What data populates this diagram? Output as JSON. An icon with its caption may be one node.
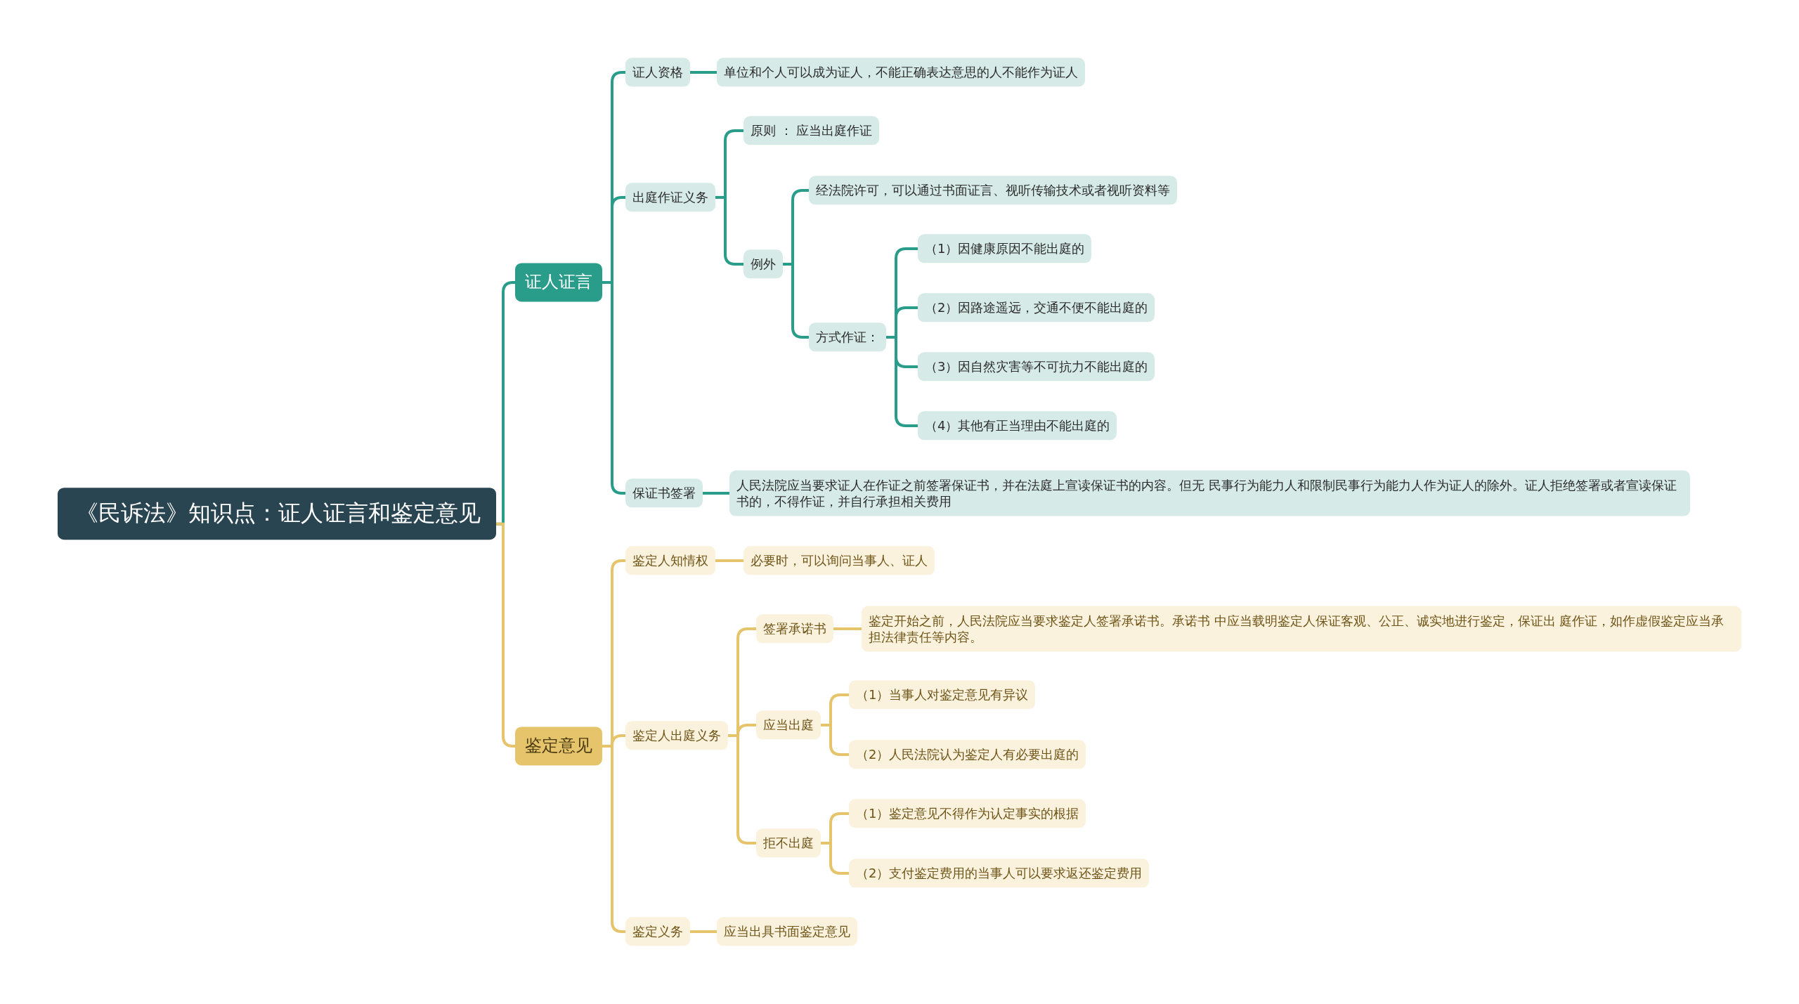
{
  "diagram": {
    "nodes": [
      {
        "text": [
          "《民诉法》知识点：证人证言和鉴定意见"
        ]
      },
      {
        "text": [
          "证人证言"
        ]
      },
      {
        "text": [
          "证人资格"
        ]
      },
      {
        "text": [
          "单位和个人可以成为证人，不能正确表达意思的人不能作为证人"
        ]
      },
      {
        "text": [
          "出庭作证义务"
        ]
      },
      {
        "text": [
          "原则 ： 应当出庭作证"
        ]
      },
      {
        "text": [
          "例外"
        ]
      },
      {
        "text": [
          "经法院许可，可以通过书面证言、视听传输技术或者视听资料等"
        ]
      },
      {
        "text": [
          "方式作证："
        ]
      },
      {
        "text": [
          "（1）因健康原因不能出庭的"
        ]
      },
      {
        "text": [
          "（2）因路途遥远，交通不便不能出庭的"
        ]
      },
      {
        "text": [
          "（3）因自然灾害等不可抗力不能出庭的"
        ]
      },
      {
        "text": [
          "（4）其他有正当理由不能出庭的"
        ]
      },
      {
        "text": [
          "保证书签署"
        ]
      },
      {
        "text": [
          "人民法院应当要求证人在作证之前签署保证书，并在法庭上宣读保证书的内容。但无 民事行为能力人和限制民事行为能力人作为证人的除外。证人拒绝签署或者宣读保证书的，不得作证，并自行承担相关费用"
        ]
      },
      {
        "text": [
          "鉴定意见"
        ]
      },
      {
        "text": [
          "鉴定人知情权"
        ]
      },
      {
        "text": [
          "必要时，可以询问当事人、证人"
        ]
      },
      {
        "text": [
          "鉴定人出庭义务"
        ]
      },
      {
        "text": [
          "签署承诺书"
        ]
      },
      {
        "text": [
          "鉴定开始之前，人民法院应当要求鉴定人签署承诺书。承诺书 中应当载明鉴定人保证客观、公正、诚实地进行鉴定，保证出 庭作证，如作虚假鉴定应当承担法律责任等内容。"
        ]
      },
      {
        "text": [
          "应当出庭"
        ]
      },
      {
        "text": [
          "（1）当事人对鉴定意见有异议"
        ]
      },
      {
        "text": [
          "（2）人民法院认为鉴定人有必要出庭的"
        ]
      },
      {
        "text": [
          "拒不出庭"
        ]
      },
      {
        "text": [
          "（1）鉴定意见不得作为认定事实的根据"
        ]
      },
      {
        "text": [
          "（2）支付鉴定费用的当事人可以要求返还鉴定费用"
        ]
      },
      {
        "text": [
          "鉴定义务"
        ]
      },
      {
        "text": [
          "应当出具书面鉴定意见"
        ]
      }
    ],
    "edges": [
      {
        "from": 0,
        "to": 1,
        "arrow": "none",
        "color": "#2a9d8a"
      },
      {
        "from": 1,
        "to": 2,
        "arrow": "none",
        "color": "#2a9d8a"
      },
      {
        "from": 2,
        "to": 3,
        "arrow": "none",
        "color": "#2a9d8a"
      },
      {
        "from": 1,
        "to": 4,
        "arrow": "none",
        "color": "#2a9d8a"
      },
      {
        "from": 4,
        "to": 5,
        "arrow": "none",
        "color": "#2a9d8a"
      },
      {
        "from": 4,
        "to": 6,
        "arrow": "none",
        "color": "#2a9d8a"
      },
      {
        "from": 6,
        "to": 7,
        "arrow": "none",
        "color": "#2a9d8a"
      },
      {
        "from": 6,
        "to": 8,
        "arrow": "none",
        "color": "#2a9d8a"
      },
      {
        "from": 8,
        "to": 9,
        "arrow": "none",
        "color": "#2a9d8a"
      },
      {
        "from": 8,
        "to": 10,
        "arrow": "none",
        "color": "#2a9d8a"
      },
      {
        "from": 8,
        "to": 11,
        "arrow": "none",
        "color": "#2a9d8a"
      },
      {
        "from": 8,
        "to": 12,
        "arrow": "none",
        "color": "#2a9d8a"
      },
      {
        "from": 1,
        "to": 13,
        "arrow": "none",
        "color": "#2a9d8a"
      },
      {
        "from": 13,
        "to": 14,
        "arrow": "none",
        "color": "#2a9d8a"
      },
      {
        "from": 0,
        "to": 15,
        "arrow": "none",
        "color": "#e6c46c"
      },
      {
        "from": 15,
        "to": 16,
        "arrow": "none",
        "color": "#e6c46c"
      },
      {
        "from": 16,
        "to": 17,
        "arrow": "none",
        "color": "#e6c46c"
      },
      {
        "from": 15,
        "to": 18,
        "arrow": "none",
        "color": "#e6c46c"
      },
      {
        "from": 18,
        "to": 19,
        "arrow": "none",
        "color": "#e6c46c"
      },
      {
        "from": 19,
        "to": 20,
        "arrow": "none",
        "color": "#e6c46c"
      },
      {
        "from": 18,
        "to": 21,
        "arrow": "none",
        "color": "#e6c46c"
      },
      {
        "from": 21,
        "to": 22,
        "arrow": "none",
        "color": "#e6c46c"
      },
      {
        "from": 21,
        "to": 23,
        "arrow": "none",
        "color": "#e6c46c"
      },
      {
        "from": 18,
        "to": 24,
        "arrow": "none",
        "color": "#e6c46c"
      },
      {
        "from": 24,
        "to": 25,
        "arrow": "none",
        "color": "#e6c46c"
      },
      {
        "from": 24,
        "to": 26,
        "arrow": "none",
        "color": "#e6c46c"
      },
      {
        "from": 15,
        "to": 27,
        "arrow": "none",
        "color": "#e6c46c"
      },
      {
        "from": 27,
        "to": 28,
        "arrow": "none",
        "color": "#e6c46c"
      }
    ]
  }
}
